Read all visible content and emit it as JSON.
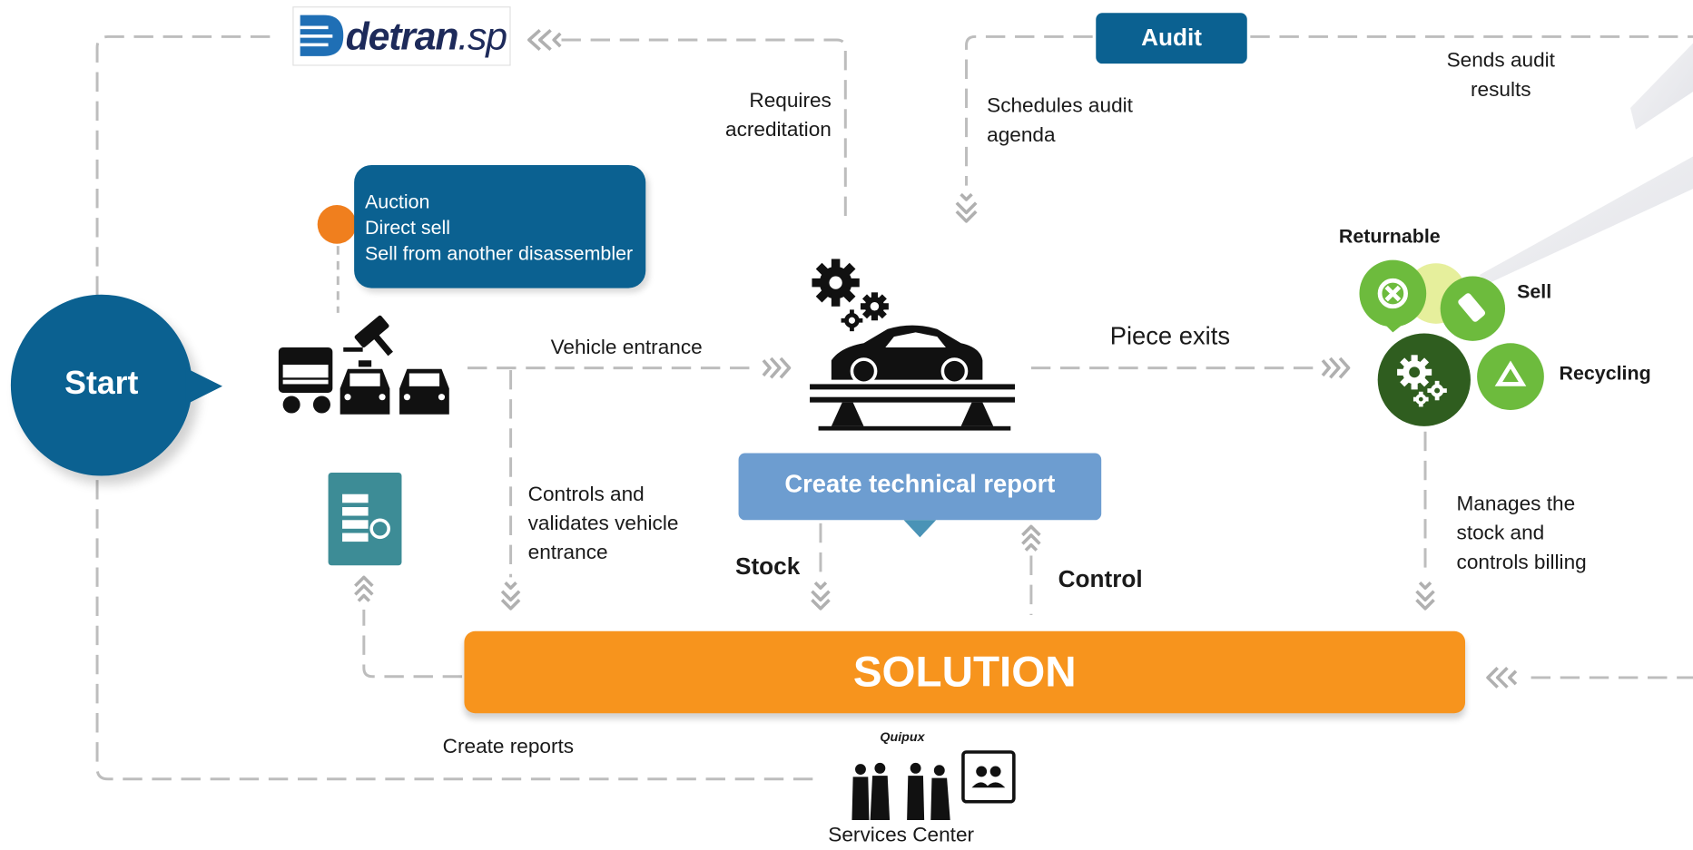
{
  "start": {
    "label": "Start"
  },
  "detran_logo": {
    "text": "detran",
    "suffix": ".sp"
  },
  "audit": {
    "label": "Audit"
  },
  "acquisition_box": {
    "items": [
      "Auction",
      "Direct sell",
      "Sell from another disassembler"
    ]
  },
  "labels": {
    "requires_accreditation": [
      "Requires",
      "acreditation"
    ],
    "schedules_audit": [
      "Schedules audit",
      "agenda"
    ],
    "sends_audit_results": [
      "Sends audit",
      "results"
    ],
    "vehicle_entrance": "Vehicle entrance",
    "piece_exits": "Piece exits",
    "controls_validates": [
      "Controls and",
      "validates vehicle",
      "entrance"
    ],
    "stock": "Stock",
    "control": "Control",
    "manages_stock": [
      "Manages the",
      "stock and",
      "controls billing"
    ],
    "create_reports": "Create reports",
    "services_center": "Services Center",
    "quipux": "Quipux"
  },
  "report": {
    "label": "Create technical report"
  },
  "solution": {
    "label": "SOLUTION"
  },
  "outcomes": {
    "returnable": "Returnable",
    "sell": "Sell",
    "recycling": "Recycling"
  },
  "colors": {
    "primary_blue": "#0b6191",
    "report_blue": "#6d9dd0",
    "solution_orange": "#f7941d",
    "green_light": "#6dbb3d",
    "green_dark": "#2f5d1f",
    "pin_orange": "#f07f1e",
    "dash_gray": "#bdbdbd"
  }
}
